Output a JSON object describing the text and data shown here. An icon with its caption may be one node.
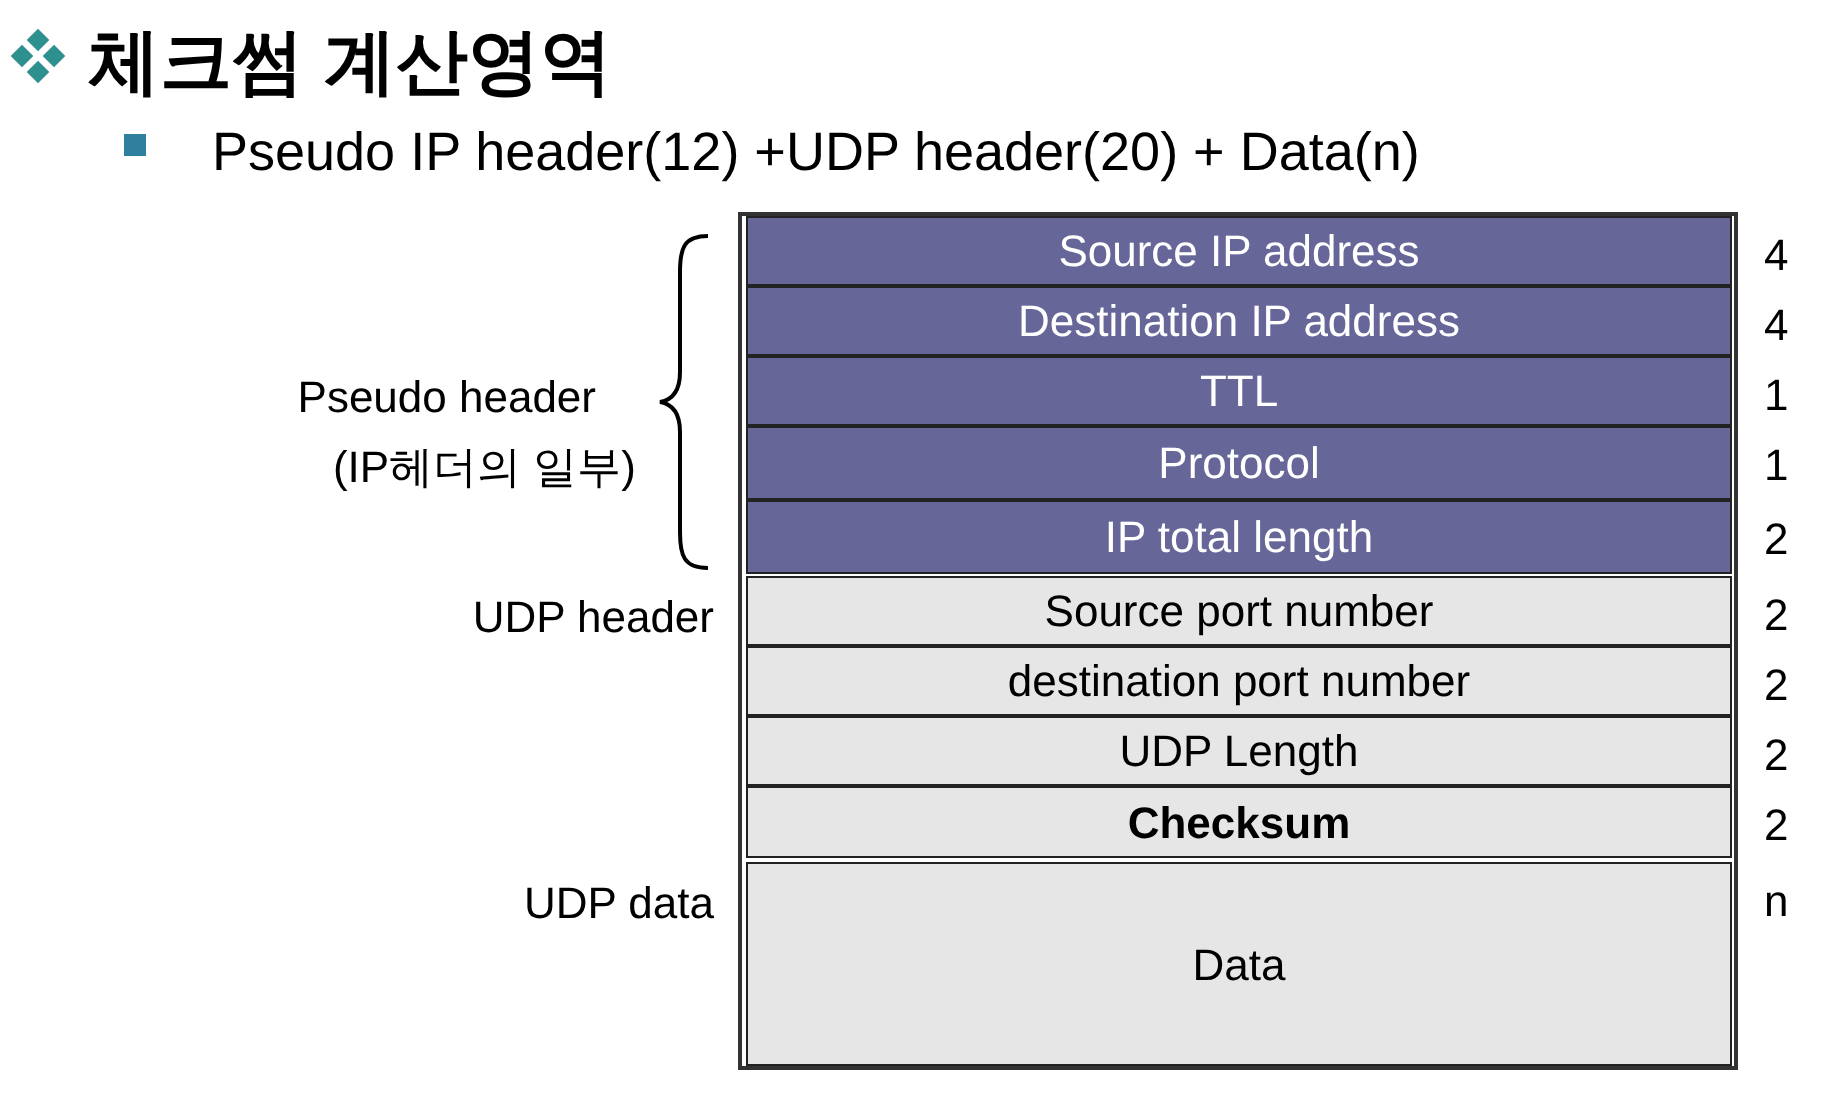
{
  "diagram": {
    "title": "체크썸 계산영역",
    "nodes": [
      {
        "text": [
          "Source IP address"
        ],
        "beside": [
          "4"
        ]
      },
      {
        "text": [
          "Destination IP address"
        ],
        "beside": [
          "4"
        ]
      },
      {
        "text": [
          "TTL"
        ],
        "beside": [
          "1"
        ]
      },
      {
        "text": [
          "Protocol"
        ],
        "beside": [
          "1"
        ]
      },
      {
        "text": [
          "IP total length"
        ],
        "beside": [
          "2"
        ]
      },
      {
        "text": [
          "Source port number"
        ],
        "beside": [
          "2"
        ]
      },
      {
        "text": [
          "destination port number"
        ],
        "beside": [
          "2"
        ]
      },
      {
        "text": [
          "UDP Length"
        ],
        "beside": [
          "2"
        ]
      },
      {
        "text": [
          "Checksum"
        ],
        "beside": [
          "2"
        ]
      },
      {
        "text": [
          "Data"
        ],
        "beside": [
          "n"
        ]
      }
    ],
    "labels": [
      "Pseudo IP header(12) +UDP header(20) + Data(n)",
      "Pseudo header",
      "(IP헤더의 일부)",
      "UDP header",
      "UDP data"
    ]
  }
}
